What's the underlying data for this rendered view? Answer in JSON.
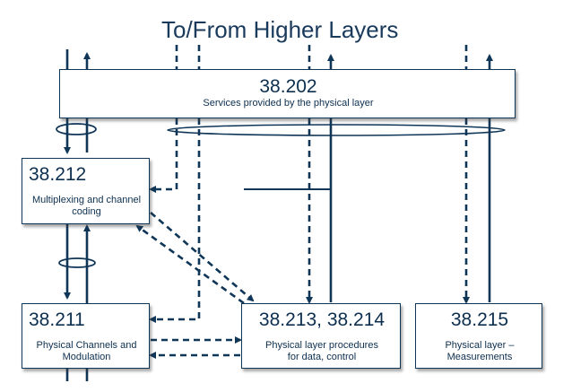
{
  "title": "To/From Higher Layers",
  "boxes": {
    "b202": {
      "number": "38.202",
      "label": "Services provided by the physical layer"
    },
    "b212": {
      "number": "38.212",
      "label_line1": "Multiplexing and channel",
      "label_line2": "coding"
    },
    "b211": {
      "number": "38.211",
      "label_line1": "Physical Channels and",
      "label_line2": "Modulation"
    },
    "b213": {
      "number": "38.213, 38.214",
      "label_line1": "Physical layer procedures",
      "label_line2": "for data, control"
    },
    "b215": {
      "number": "38.215",
      "label_line1": "Physical layer –",
      "label_line2": "Measurements"
    }
  },
  "colors": {
    "line": "#0f3557",
    "text": "#0d2f4f"
  }
}
